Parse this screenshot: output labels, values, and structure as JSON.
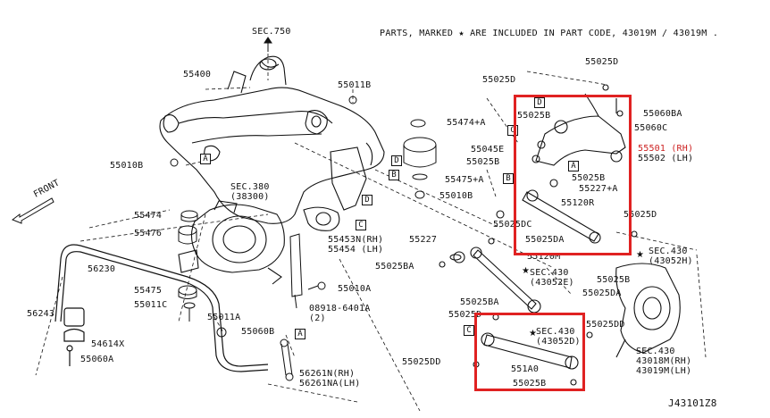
{
  "note": "PARTS, MARKED ★ ARE INCLUDED IN PART CODE, 43019M / 43019M .",
  "code": "J43101Z8",
  "labels": {
    "sec750": "SEC.750",
    "p55400": "55400",
    "p55011B": "55011B",
    "p55010B_a": "55010B",
    "sec380": "SEC.380\n(38300)",
    "p55474": "55474",
    "p55476": "55476",
    "p56230": "56230",
    "p55475": "55475",
    "p55011C": "55011C",
    "p56243": "56243",
    "p54614X": "54614X",
    "p55060A": "55060A",
    "p55011A": "55011A",
    "p55060B": "55060B",
    "p56261": "56261N(RH)\n56261NA(LH)",
    "p55453": "55453N(RH)\n55454 (LH)",
    "p55010A": "55010A",
    "p08918": "08918-6401A\n(2)",
    "p55474A": "55474+A",
    "p55475A": "55475+A",
    "p55010B_b": "55010B",
    "p55227": "55227",
    "p55025BA": "55025BA",
    "p55025D_top": "55025D",
    "p55025D_l": "55025D",
    "p55025B_1": "55025B",
    "p55060BA": "55060BA",
    "p55060C": "55060C",
    "p55045E": "55045E",
    "p55501": "55501 (RH)",
    "p55502": "55502 (LH)",
    "p55025B_2": "55025B",
    "p55025B_3": "55025B",
    "p55227A": "55227+A",
    "p55120R": "55120R",
    "p55025DC": "55025DC",
    "p55025DA": "55025DA",
    "p55025D_r": "55025D",
    "p55120M": "55120M",
    "sec430_a": "SEC.430\n(43052H)",
    "sec430_b": "SEC.430\n(43052E)",
    "p55025B_4": "55025B",
    "p55025DA_2": "55025DA",
    "p55025BA_2": "55025BA",
    "p55025D_m": "55025D",
    "sec430_c": "SEC.430\n(43052D)",
    "p55025DD": "55025DD",
    "p55025DD_2": "55025DD",
    "p551A0": "551A0",
    "p55025B_5": "55025B",
    "sec430_d": "SEC.430\n43018M(RH)\n43019M(LH)",
    "front": "FRONT"
  },
  "callouts": [
    "A",
    "B",
    "C",
    "D",
    "D",
    "B",
    "A",
    "C",
    "D",
    "A",
    "C",
    "C"
  ]
}
